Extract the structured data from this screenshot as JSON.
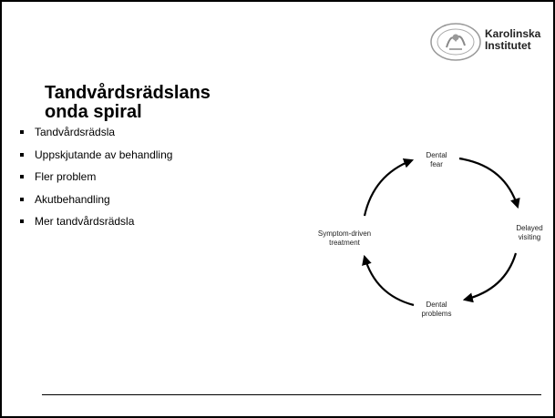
{
  "logo": {
    "line1": "Karolinska",
    "line2": "Institutet"
  },
  "slide": {
    "title_line1": "Tandvårdsrädslans",
    "title_line2": "onda spiral",
    "bullets": [
      "Tandvårdsrädsla",
      "Uppskjutande av behandling",
      "Fler problem",
      "Akutbehandling",
      "Mer tandvårdsrädsla"
    ]
  },
  "diagram": {
    "nodes": {
      "top": [
        "Dental",
        "fear"
      ],
      "right": [
        "Delayed",
        "visiting"
      ],
      "bottom": [
        "Dental",
        "problems"
      ],
      "left": [
        "Symptom-driven",
        "treatment"
      ]
    },
    "arrow_color": "#000000"
  }
}
